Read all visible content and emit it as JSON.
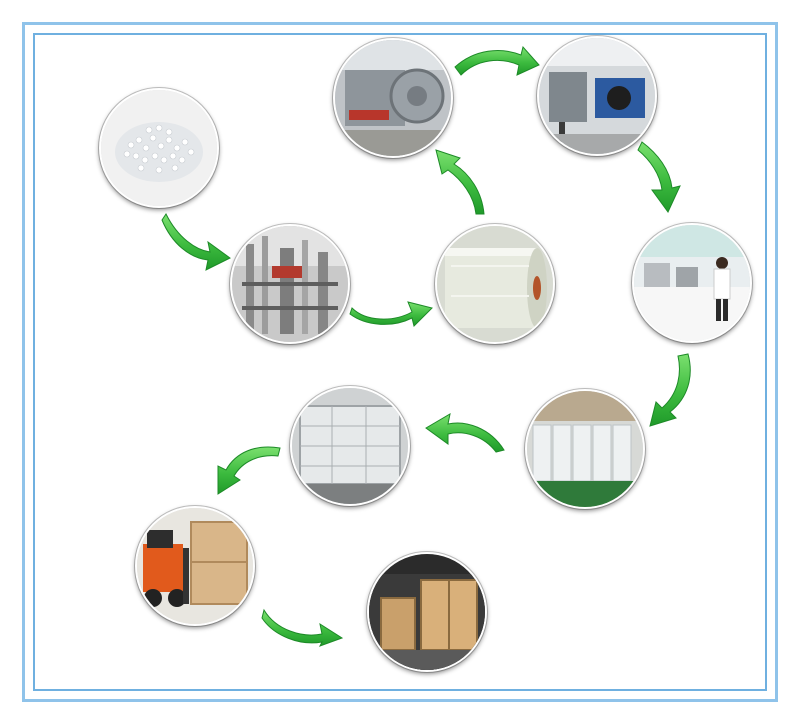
{
  "diagram": {
    "stages": [
      {
        "id": "raw-material",
        "icon": "resin-pellets"
      },
      {
        "id": "extrusion",
        "icon": "extrusion-line"
      },
      {
        "id": "film-roll",
        "icon": "film-roll"
      },
      {
        "id": "stretching",
        "icon": "stretching-machine"
      },
      {
        "id": "slitting",
        "icon": "slitting-machine"
      },
      {
        "id": "laboratory",
        "icon": "lab-testing"
      },
      {
        "id": "finished-rolls",
        "icon": "film-rolls-pallet"
      },
      {
        "id": "packing",
        "icon": "packed-crates"
      },
      {
        "id": "forklift",
        "icon": "forklift-loading"
      },
      {
        "id": "container",
        "icon": "container-shipping"
      }
    ],
    "colors": {
      "frame": "#8fc3ea",
      "arrow_light": "#5fd35a",
      "arrow_dark": "#1f9a2a"
    }
  }
}
